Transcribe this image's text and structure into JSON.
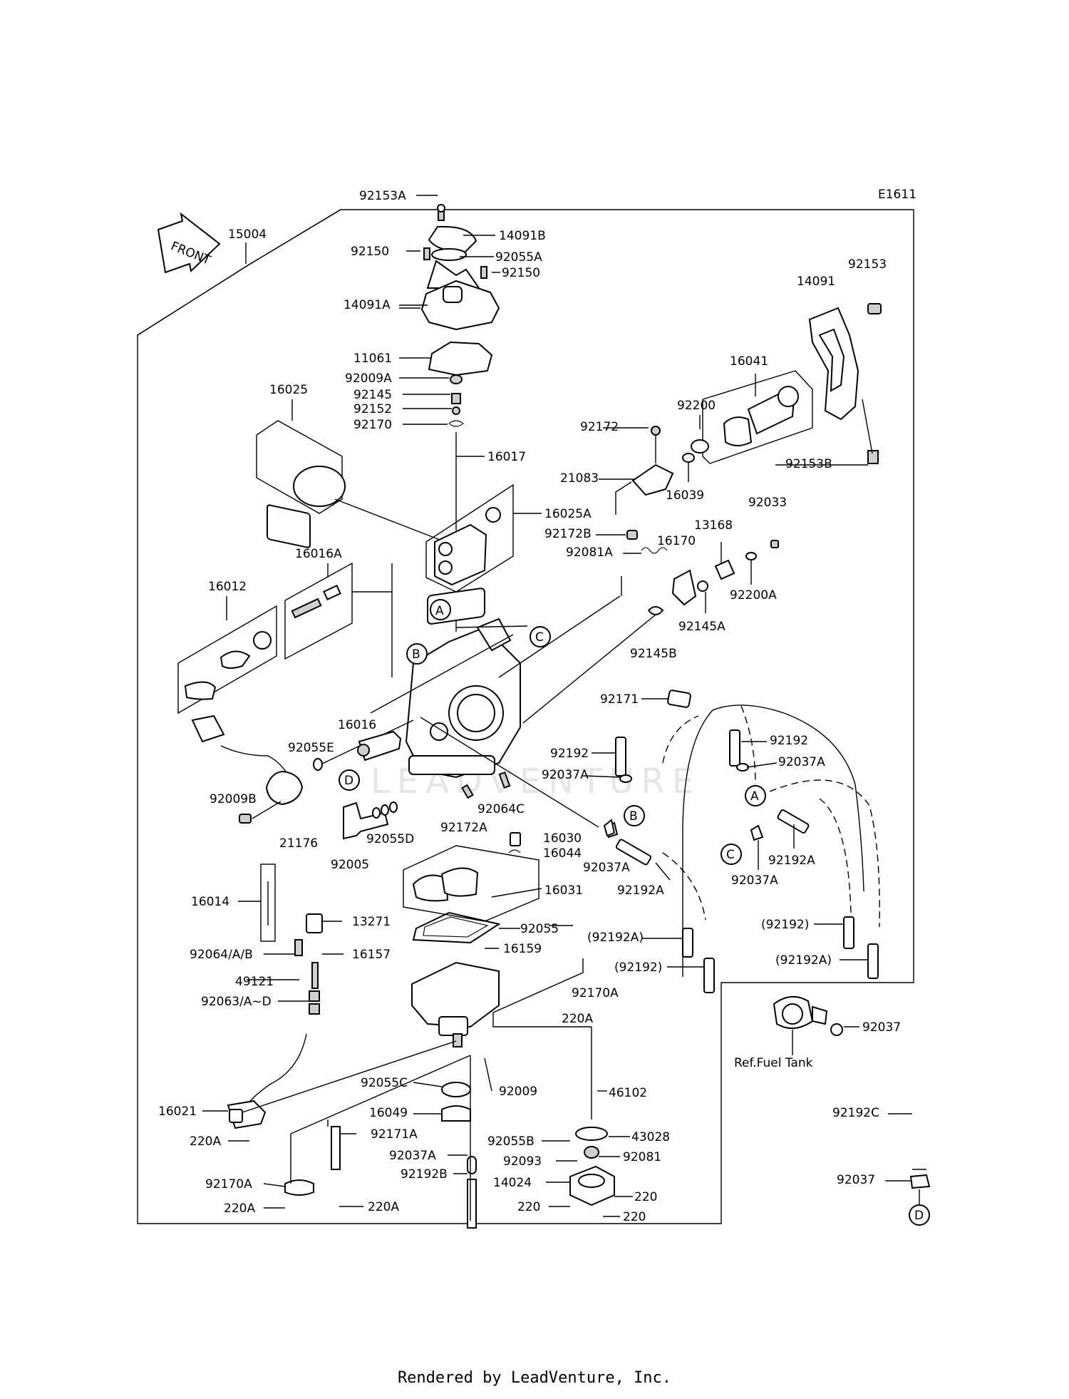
{
  "diagram_code": "E1611",
  "front_label": "FRONT",
  "footer": "Rendered by LeadVenture, Inc.",
  "watermark": "LEADVENTURE",
  "labels": {
    "p92153A": "92153A",
    "p14091B": "14091B",
    "p15004": "15004",
    "p92150a": "92150",
    "p92055A": "92055A",
    "p92150b": "92150",
    "p14091A": "14091A",
    "p11061": "11061",
    "p92009A": "92009A",
    "p92145": "92145",
    "p92152": "92152",
    "p92170": "92170",
    "p16017": "16017",
    "p16025": "16025",
    "p16025A": "16025A",
    "p16016A": "16016A",
    "p16012": "16012",
    "p16016": "16016",
    "p92055E": "92055E",
    "p92009B": "92009B",
    "p21176": "21176",
    "p92005": "92005",
    "p92055D": "92055D",
    "p92172A": "92172A",
    "p92064C": "92064C",
    "p16030": "16030",
    "p16044": "16044",
    "p16031": "16031",
    "p92037A_mid": "92037A",
    "p92037A_low": "92037A",
    "p16014": "16014",
    "p13271": "13271",
    "p92064AB": "92064/A/B",
    "p16157": "16157",
    "p49121": "49121",
    "p92063AD": "92063/A~D",
    "p92055": "92055",
    "p16159": "16159",
    "p92170A_r": "92170A",
    "p220A_r": "220A",
    "p16021": "16021",
    "p220A_l": "220A",
    "p92055C": "92055C",
    "p92009": "92009",
    "p16049": "16049",
    "p92171A": "92171A",
    "p92037A_b": "92037A",
    "p92192B": "92192B",
    "p92170A_l": "92170A",
    "p220A_b1": "220A",
    "p220A_b2": "220A",
    "p46102": "46102",
    "p43028": "43028",
    "p92055B": "92055B",
    "p92081": "92081",
    "p92093": "92093",
    "p14024": "14024",
    "p220_a": "220",
    "p220_b": "220",
    "p220_c": "220",
    "p92153": "92153",
    "p14091": "14091",
    "p16041": "16041",
    "p92200": "92200",
    "p92172": "92172",
    "p92153B": "92153B",
    "p21083": "21083",
    "p16039": "16039",
    "p92033": "92033",
    "p13168": "13168",
    "p92172B": "92172B",
    "p16170": "16170",
    "p92081A": "92081A",
    "p92200A": "92200A",
    "p92145A": "92145A",
    "p92145B": "92145B",
    "p92171": "92171",
    "p92192_l": "92192",
    "p92192_r": "92192",
    "p92037A_r": "92037A",
    "p92192A_r": "92192A",
    "p92037A_c": "92037A",
    "p92192A_l": "92192A",
    "p92192A_paren": "(92192A)",
    "p92192_paren": "(92192)",
    "p92192_paren_r": "(92192)",
    "p92192A_paren_r": "(92192A)",
    "p92037_top": "92037",
    "ref_fuel_tank": "Ref.Fuel Tank",
    "p92192C": "92192C",
    "p92037_bot": "92037"
  },
  "callouts": {
    "A": "A",
    "B": "B",
    "C": "C",
    "D": "D"
  }
}
